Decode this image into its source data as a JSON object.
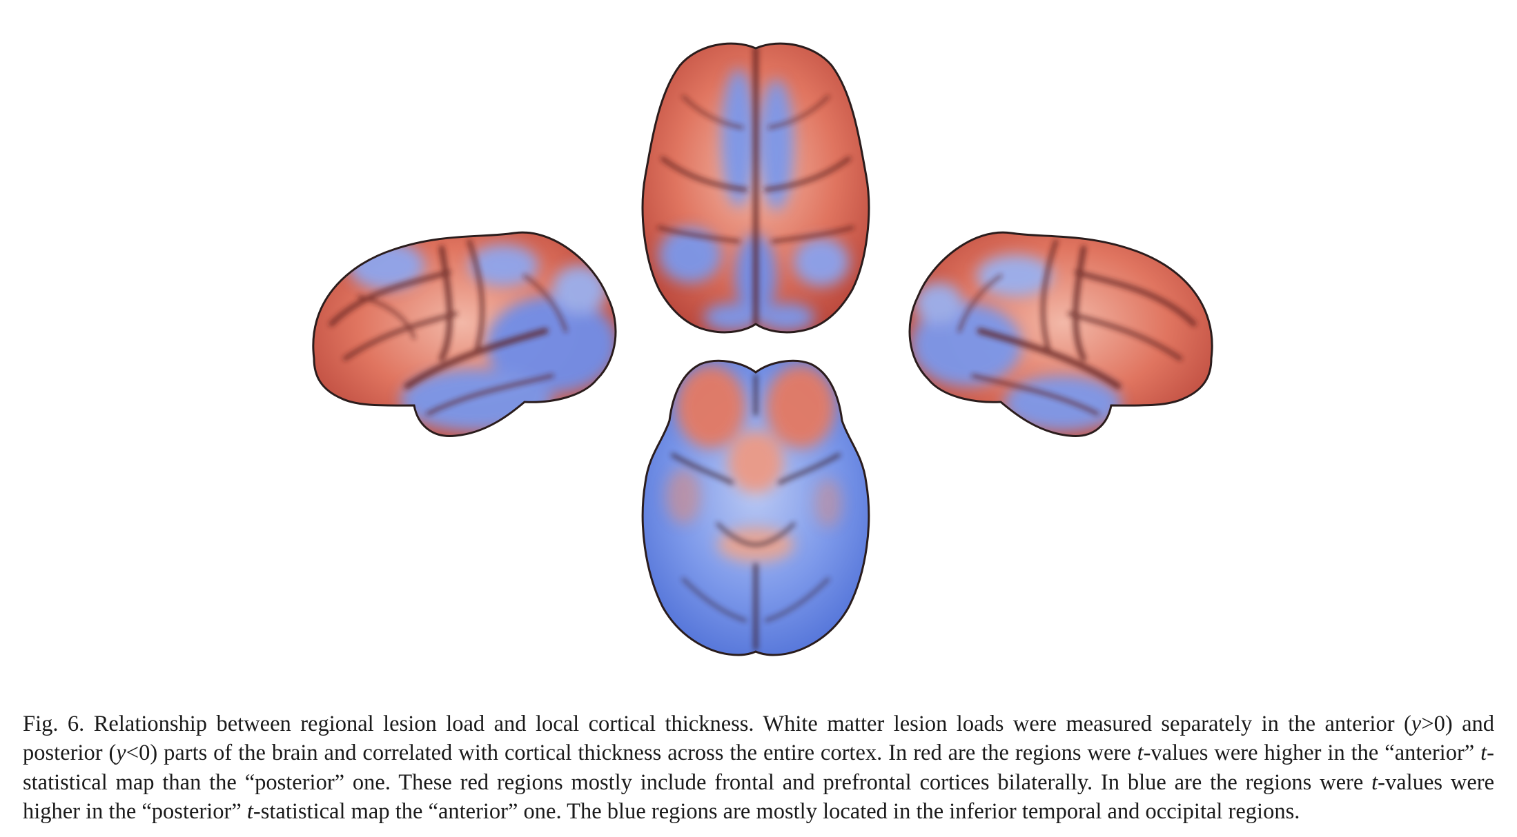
{
  "figure": {
    "views": [
      "left-lateral",
      "superior",
      "inferior",
      "right-lateral"
    ],
    "colors": {
      "anterior_higher": "#d9574a",
      "posterior_higher": "#5f82ea",
      "neutral": "#f2dedd",
      "edge": "#2a1c1c"
    }
  },
  "caption": {
    "lead": "Fig. 6.",
    "p1": " Relationship between regional lesion load and local cortical thickness. White matter lesion loads were measured separately in the anterior (",
    "y1": "y",
    "p2": ">0) and posterior (",
    "y2": "y",
    "p3": "<0) parts of the brain and correlated with cortical thickness across the entire cortex. In red are the regions were ",
    "t1": "t",
    "p4": "-values were higher in the “anterior” ",
    "t2": "t",
    "p5": "-statistical map than the “posterior” one. These red regions mostly include frontal and prefrontal cortices bilaterally. In blue are the regions were ",
    "t3": "t",
    "p6": "-values were higher in the “posterior” ",
    "t4": "t",
    "p7": "-statistical map the “anterior” one. The blue regions are mostly located in the inferior temporal and occipital regions."
  }
}
